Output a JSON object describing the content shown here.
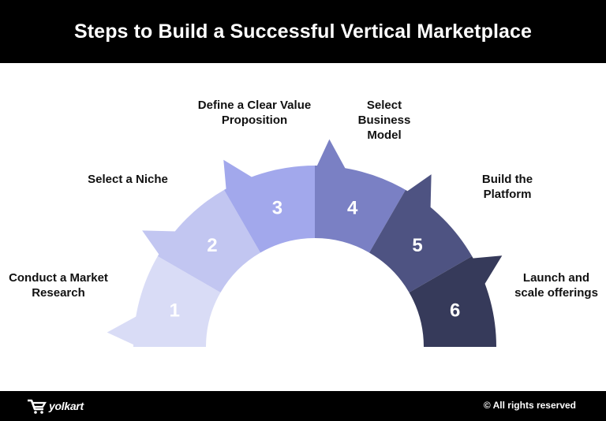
{
  "title": "Steps to Build a Successful Vertical Marketplace",
  "steps": [
    {
      "number": "1",
      "label": "Conduct a Market Research",
      "color": "#d9dcf6"
    },
    {
      "number": "2",
      "label": "Select a Niche",
      "color": "#c2c6f1"
    },
    {
      "number": "3",
      "label": "Define a Clear Value Proposition",
      "color": "#a2a8ec"
    },
    {
      "number": "4",
      "label": "Select Business Model",
      "color": "#7a80c4"
    },
    {
      "number": "5",
      "label": "Build the Platform",
      "color": "#4e5382"
    },
    {
      "number": "6",
      "label": "Launch and scale offerings",
      "color": "#363a5a"
    }
  ],
  "footer": {
    "logo_text": "yolkart",
    "copyright": "© All rights reserved"
  }
}
